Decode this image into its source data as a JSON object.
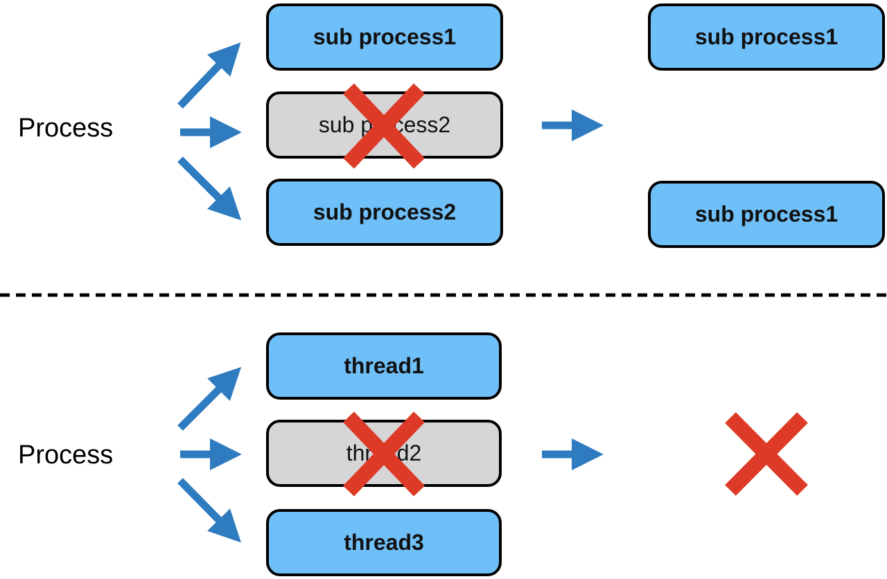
{
  "colors": {
    "active_box": "#6fbff8",
    "killed_box": "#d6d6d6",
    "arrow": "#2e7bbf",
    "cross": "#dd3a27",
    "divider": "#000000"
  },
  "top": {
    "process_label": "Process",
    "boxes": [
      "sub process1",
      "sub process2",
      "sub process2"
    ],
    "result_boxes": [
      "sub process1",
      "sub process1"
    ]
  },
  "bottom": {
    "process_label": "Process",
    "boxes": [
      "thread1",
      "thread2",
      "thread3"
    ]
  },
  "icons": {
    "arrow": "arrow-icon",
    "cross": "cross-icon"
  }
}
